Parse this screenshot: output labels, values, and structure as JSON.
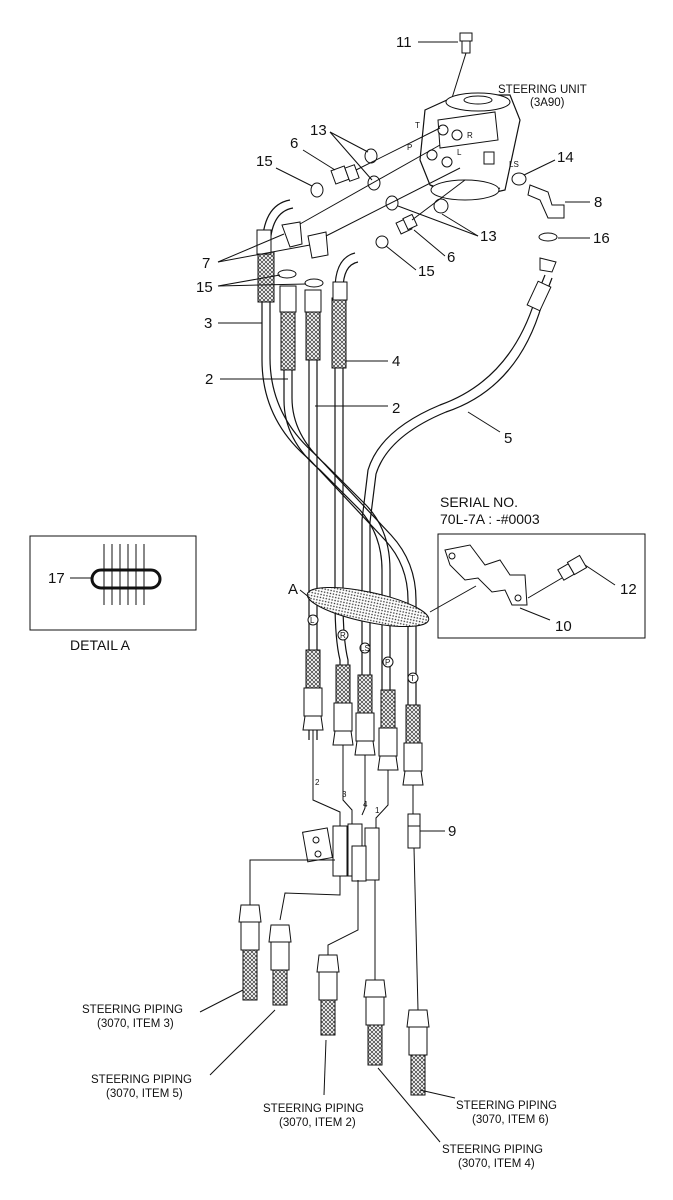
{
  "steering_unit": {
    "title": "STEERING UNIT",
    "code": "(3A90)",
    "ports": [
      "T",
      "R",
      "P",
      "L",
      "LS"
    ]
  },
  "serial_note": {
    "line1": "SERIAL NO.",
    "line2": "70L-7A : -#0003"
  },
  "detail": {
    "label": "DETAIL A",
    "callout": "A"
  },
  "parts": [
    "11",
    "13",
    "6",
    "15",
    "14",
    "8",
    "7",
    "16",
    "15",
    "6",
    "13",
    "15",
    "3",
    "2",
    "4",
    "2",
    "5",
    "17",
    "12",
    "10",
    "9"
  ],
  "hose_marks": [
    "L",
    "R",
    "LS",
    "P",
    "T"
  ],
  "hose_numbers": [
    "2",
    "3",
    "4",
    "1"
  ],
  "piping": [
    {
      "line1": "STEERING PIPING",
      "line2": "(3070, ITEM 3)"
    },
    {
      "line1": "STEERING PIPING",
      "line2": "(3070, ITEM 5)"
    },
    {
      "line1": "STEERING PIPING",
      "line2": "(3070, ITEM 2)"
    },
    {
      "line1": "STEERING PIPING",
      "line2": "(3070, ITEM 6)"
    },
    {
      "line1": "STEERING PIPING",
      "line2": "(3070, ITEM 4)"
    }
  ]
}
